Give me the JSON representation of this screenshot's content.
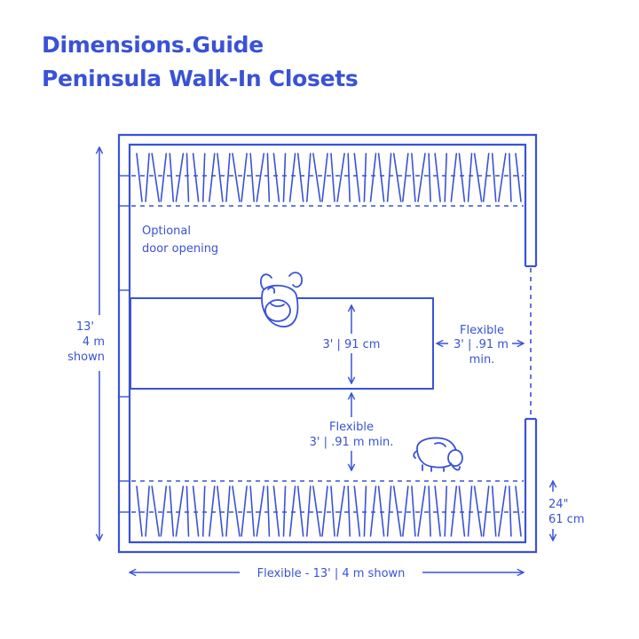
{
  "header": {
    "brand": "Dimensions.Guide",
    "title": "Peninsula Walk-In Closets"
  },
  "labels": {
    "optional_line1": "Optional",
    "optional_line2": "door opening",
    "peninsula_width": "3' | 91 cm",
    "side_line1": "Flexible",
    "side_line2": "3' | .91 m",
    "side_line3": "min.",
    "aisle_line1": "Flexible",
    "aisle_line2": "3' | .91 m min.",
    "height_line1": "13'",
    "height_line2": "4 m",
    "height_line3": "shown",
    "depth_line1": "24\"",
    "depth_line2": "61 cm",
    "width_bottom": "Flexible - 13' | 4 m shown"
  },
  "colors": {
    "line": "#3a52d6",
    "background": "#ffffff"
  },
  "icons": {
    "person": "person-topview-icon",
    "dog": "dog-topview-icon"
  }
}
